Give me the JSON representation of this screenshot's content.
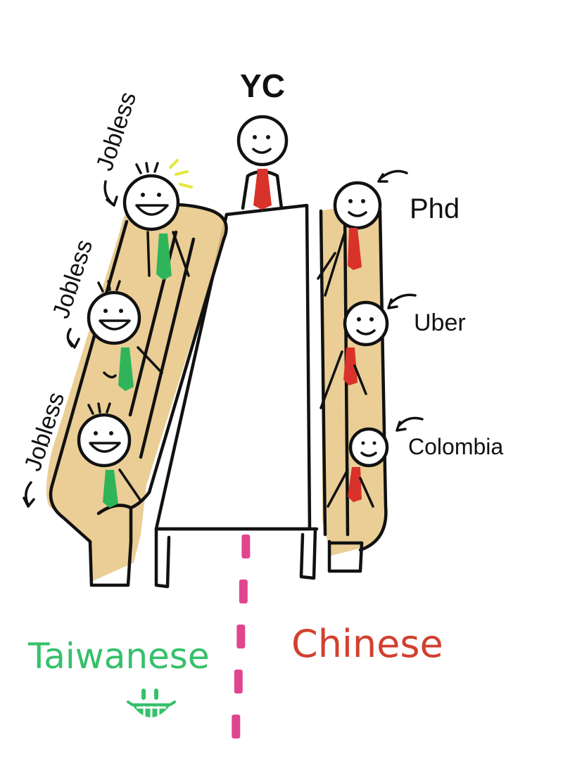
{
  "labels": {
    "top": "YC",
    "right": [
      "Phd",
      "Uber",
      "Colombia"
    ],
    "left": [
      "Jobless",
      "Jobless",
      "Jobless"
    ],
    "bottom_left": "Taiwanese",
    "bottom_right": "Chinese"
  },
  "colors": {
    "background": "#ffffff",
    "ink": "#111111",
    "escalator_fill": "#e8c98a",
    "divider": "#e0468f",
    "tie_red": "#d9322a",
    "tie_green": "#2fb45a",
    "taiwanese_text": "#35c06a",
    "chinese_text": "#d2402f",
    "sparkle": "#e6e63a"
  },
  "icons": {
    "top_person": "smiling-person-with-red-tie-icon",
    "left_people": "grinning-person-with-green-tie-icon",
    "right_people": "smiling-person-with-red-tie-icon",
    "bottom_face": "grinning-face-icon"
  }
}
